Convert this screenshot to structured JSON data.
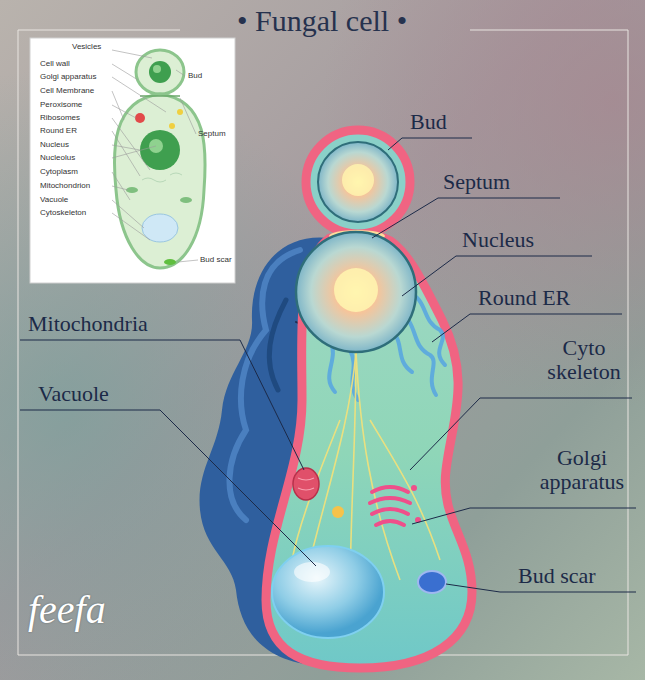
{
  "diagram": {
    "title": "• Fungal cell •",
    "labels": [
      "Vesicles",
      "Cell wall",
      "Golgi apparatus",
      "Cell Membrane",
      "Peroxisome",
      "Ribosomes",
      "Round ER",
      "Nucleus",
      "Nucleolus",
      "Cytoplasm",
      "Mitochondrion",
      "Vacuole",
      "Cytoskeleton",
      "Bud",
      "Septum",
      "Bud scar",
      "Bud",
      "Septum",
      "Nucleus",
      "Round ER",
      "Cyto skeleton",
      "Golgi apparatus",
      "Bud scar",
      "Mitochondria",
      "Vacuole",
      "feefa"
    ]
  }
}
